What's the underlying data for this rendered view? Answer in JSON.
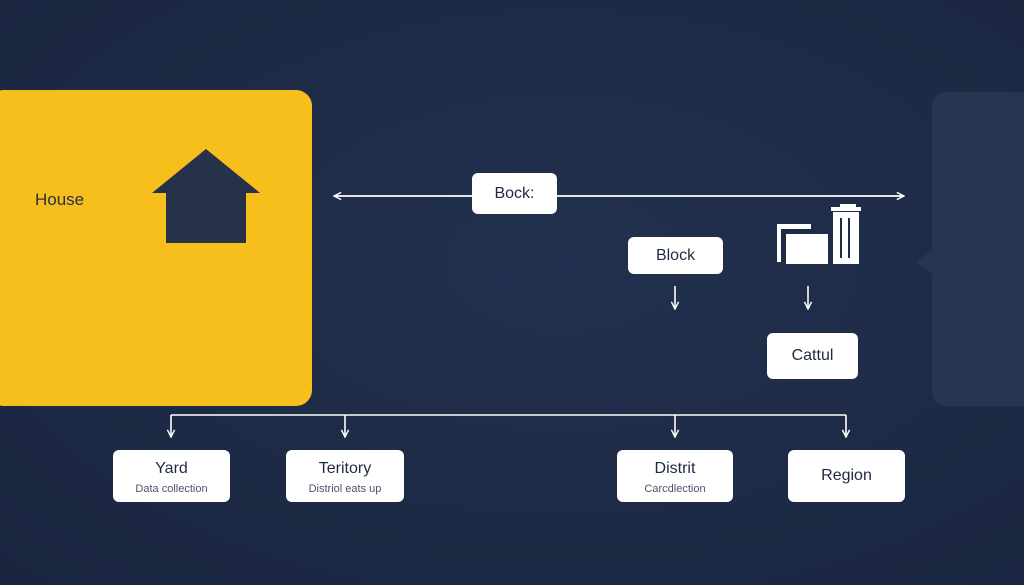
{
  "house": {
    "label": "House"
  },
  "top_connector": {
    "label": "Bock:"
  },
  "block": {
    "label": "Block"
  },
  "catalog": {
    "label": "Cattul"
  },
  "bottom_nodes": [
    {
      "label": "Yard",
      "sub": "Data collection"
    },
    {
      "label": "Teritory",
      "sub": "Distriol eats up"
    },
    {
      "label": "Distrit",
      "sub": "Carcdlection"
    },
    {
      "label": "Region",
      "sub": ""
    }
  ],
  "colors": {
    "background": "#1e2b47",
    "house_panel": "#f6bf1c",
    "icon_fill": "#26314a",
    "line": "#ffffff",
    "box": "#ffffff"
  },
  "icons": {
    "house": "house-icon",
    "documents": "folder-stack-icon"
  }
}
